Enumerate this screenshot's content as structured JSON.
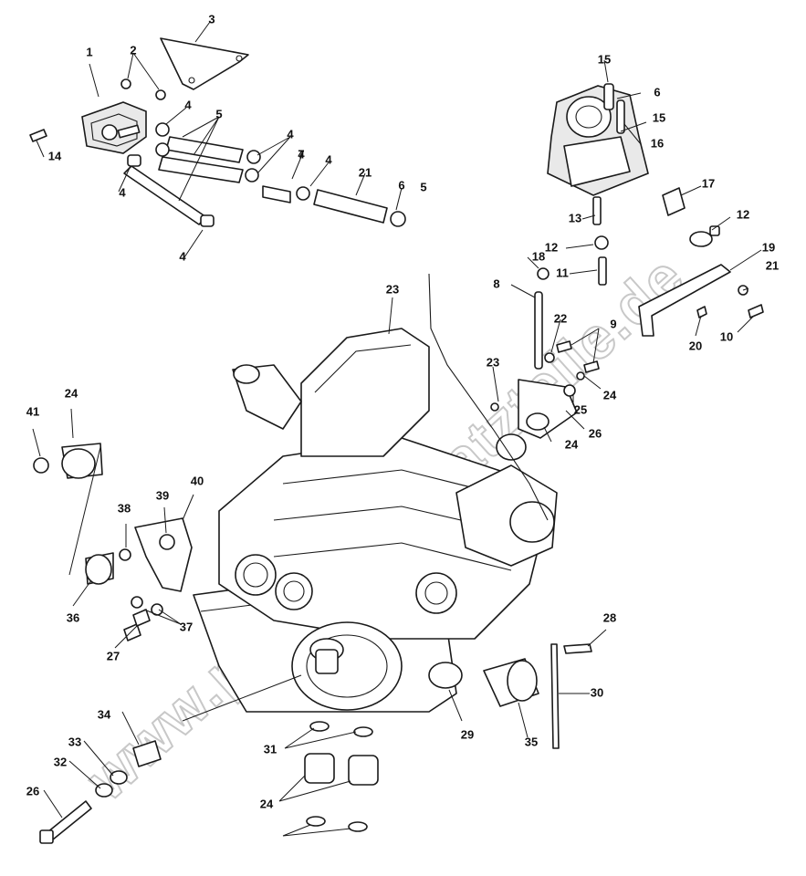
{
  "watermark": "www.polaris-ersatzteile.de",
  "callouts": [
    {
      "label": "1"
    },
    {
      "label": "2"
    },
    {
      "label": "3"
    },
    {
      "label": "4"
    },
    {
      "label": "4"
    },
    {
      "label": "4"
    },
    {
      "label": "4"
    },
    {
      "label": "4"
    },
    {
      "label": "4"
    },
    {
      "label": "5"
    },
    {
      "label": "5"
    },
    {
      "label": "6"
    },
    {
      "label": "7"
    },
    {
      "label": "21"
    },
    {
      "label": "14"
    },
    {
      "label": "15"
    },
    {
      "label": "6"
    },
    {
      "label": "15"
    },
    {
      "label": "16"
    },
    {
      "label": "17"
    },
    {
      "label": "12"
    },
    {
      "label": "13"
    },
    {
      "label": "12"
    },
    {
      "label": "11"
    },
    {
      "label": "18"
    },
    {
      "label": "19"
    },
    {
      "label": "21"
    },
    {
      "label": "20"
    },
    {
      "label": "10"
    },
    {
      "label": "8"
    },
    {
      "label": "23"
    },
    {
      "label": "22"
    },
    {
      "label": "9"
    },
    {
      "label": "23"
    },
    {
      "label": "24"
    },
    {
      "label": "25"
    },
    {
      "label": "26"
    },
    {
      "label": "24"
    },
    {
      "label": "41"
    },
    {
      "label": "24"
    },
    {
      "label": "39"
    },
    {
      "label": "40"
    },
    {
      "label": "38"
    },
    {
      "label": "36"
    },
    {
      "label": "37"
    },
    {
      "label": "27"
    },
    {
      "label": "28"
    },
    {
      "label": "30"
    },
    {
      "label": "29"
    },
    {
      "label": "35"
    },
    {
      "label": "34"
    },
    {
      "label": "33"
    },
    {
      "label": "32"
    },
    {
      "label": "26"
    },
    {
      "label": "31"
    },
    {
      "label": "24"
    }
  ]
}
